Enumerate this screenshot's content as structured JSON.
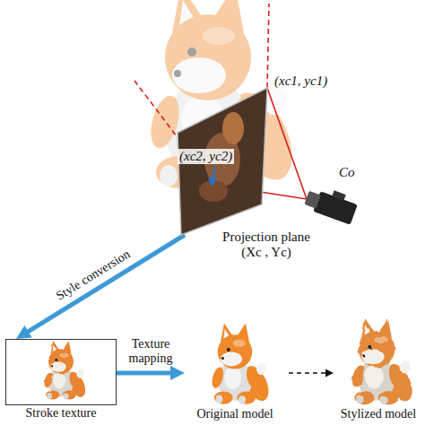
{
  "diagram": {
    "nodes": [
      {
        "text": [
          "Projection plane (Xc , Yc)"
        ]
      },
      {
        "text": [
          "Stroke texture"
        ]
      },
      {
        "text": [
          "Original model"
        ]
      },
      {
        "text": [
          "Stylized model"
        ]
      }
    ],
    "edges": [
      {
        "from": 0,
        "to": 1,
        "arrow": "to",
        "label": "Style conversion"
      },
      {
        "from": 1,
        "to": 2,
        "arrow": "to",
        "label": "Texture mapping"
      },
      {
        "from": 2,
        "to": 3,
        "arrow": "to"
      }
    ],
    "labels": [
      "(xc2, yc2)",
      "(xc1, yc1)",
      "Co"
    ]
  }
}
